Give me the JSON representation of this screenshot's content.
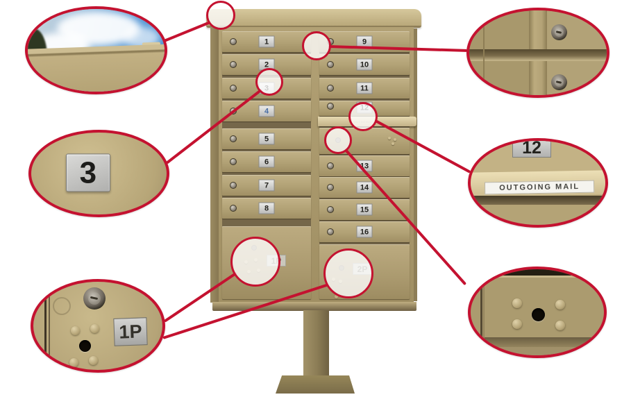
{
  "image_type": "product diagram of pedestal cluster mailbox with detail callouts",
  "mailbox": {
    "doors_left": [
      "1",
      "2",
      "3",
      "4",
      "5",
      "6",
      "7",
      "8"
    ],
    "doors_right_upper": [
      "9",
      "10",
      "11",
      "12"
    ],
    "doors_right_lower": [
      "13",
      "14",
      "15",
      "16"
    ],
    "parcel_left": "1P",
    "parcel_right": "2P"
  },
  "callouts": {
    "door_number": "3",
    "parcel_label": "1P",
    "outgoing": {
      "door_number": "12",
      "label": "OUTGOING MAIL"
    }
  },
  "colors": {
    "accent_red": "#c41230",
    "cabinet_tan": "#b3a276",
    "placard_silver": "#d6d6d4",
    "sky_blue": "#4c92d3"
  }
}
